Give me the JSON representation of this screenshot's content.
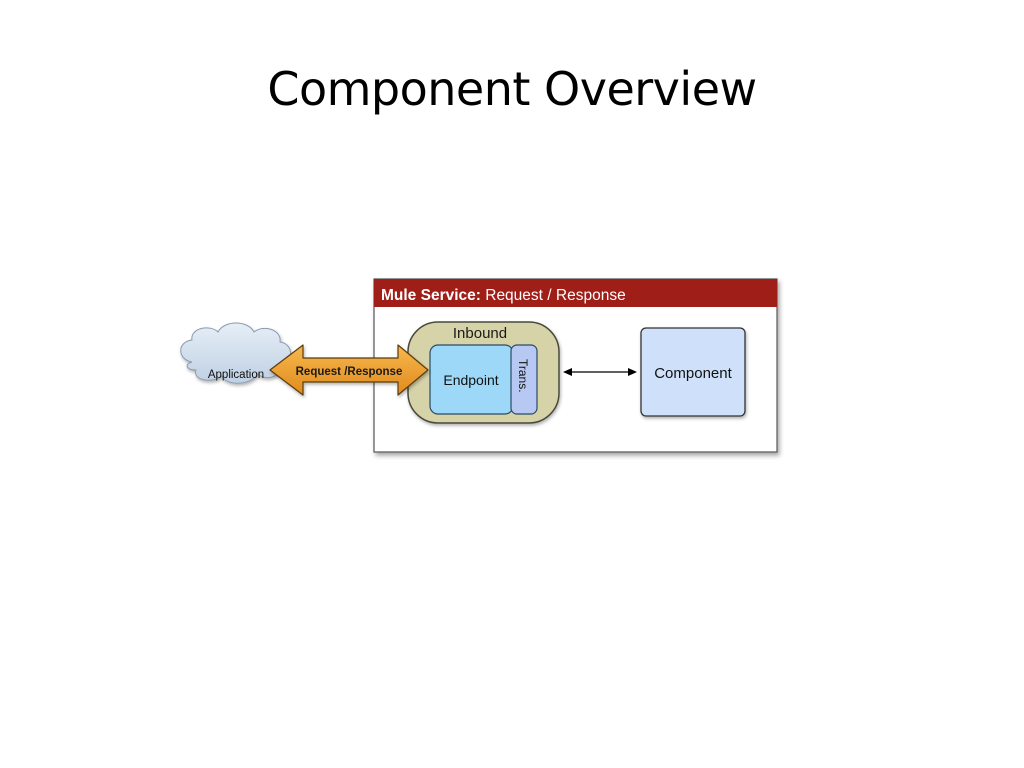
{
  "title": "Component Overview",
  "diagram": {
    "service_header_bold": "Mule Service:",
    "service_header_rest": " Request / Response",
    "application_label": "Application",
    "arrow_label": "Request /Response",
    "inbound_label": "Inbound",
    "endpoint_label": "Endpoint",
    "trans_label": "Trans.",
    "component_label": "Component"
  },
  "colors": {
    "header_bar": "#A01E18",
    "inbound_fill": "#D7D3A8",
    "endpoint_fill": "#9ED8F8",
    "trans_fill": "#B7C9F2",
    "component_fill": "#CFE1FA",
    "arrow_fill": "#F0A030",
    "cloud_fill": "#D4E0EE"
  }
}
